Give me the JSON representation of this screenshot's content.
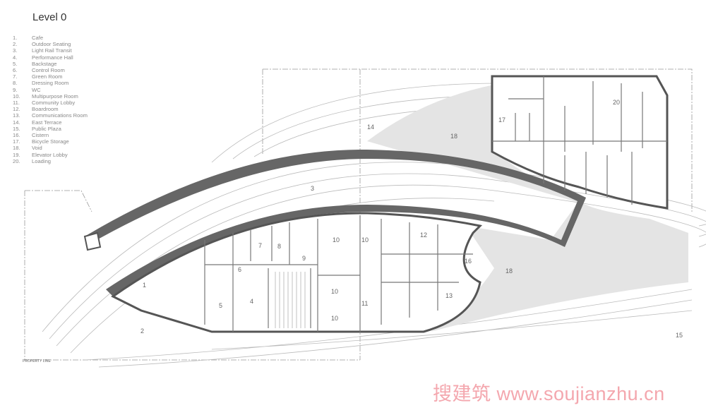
{
  "title": "Level 0",
  "legend": [
    {
      "num": "1.",
      "label": "Cafe"
    },
    {
      "num": "2.",
      "label": "Outdoor Seating"
    },
    {
      "num": "3.",
      "label": "Light Rail Transit"
    },
    {
      "num": "4.",
      "label": "Performance Hall"
    },
    {
      "num": "5.",
      "label": "Backstage"
    },
    {
      "num": "6.",
      "label": "Control Room"
    },
    {
      "num": "7.",
      "label": "Green Room"
    },
    {
      "num": "8.",
      "label": "Dressing Room"
    },
    {
      "num": "9.",
      "label": "WC"
    },
    {
      "num": "10.",
      "label": "Multipurpose Room"
    },
    {
      "num": "11.",
      "label": "Community Lobby"
    },
    {
      "num": "12.",
      "label": "Boardroom"
    },
    {
      "num": "13.",
      "label": "Communications Room"
    },
    {
      "num": "14.",
      "label": "East Terrace"
    },
    {
      "num": "15.",
      "label": "Public Plaza"
    },
    {
      "num": "16.",
      "label": "Cistern"
    },
    {
      "num": "17.",
      "label": "Bicycle Storage"
    },
    {
      "num": "18.",
      "label": "Void"
    },
    {
      "num": "19.",
      "label": "Elevator Lobby"
    },
    {
      "num": "20.",
      "label": "Loading"
    }
  ],
  "plan_labels": {
    "r14": "14",
    "r18a": "18",
    "r17": "17",
    "r20": "20",
    "r3": "3",
    "r12": "12",
    "r10a": "10",
    "r10b": "10",
    "r7": "7",
    "r8": "8",
    "r9": "9",
    "r6": "6",
    "r16": "16",
    "r18b": "18",
    "r5": "5",
    "r4": "4",
    "r10c": "10",
    "r10d": "10",
    "r11": "11",
    "r13": "13",
    "r1": "1",
    "r2": "2",
    "r15": "15"
  },
  "property_line": "PROPERTY LINE",
  "watermark": "搜建筑 www.soujianzhu.cn"
}
